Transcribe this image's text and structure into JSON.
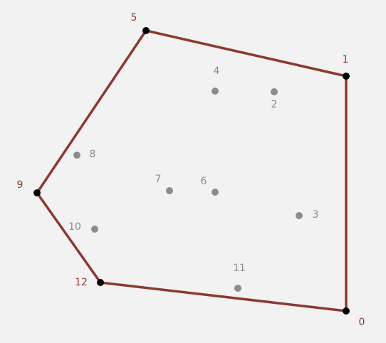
{
  "colors": {
    "background": "#f2f2f2",
    "hull_edge": "#8b3a2e",
    "hull_point": "#000000",
    "hull_label": "#8b3a2e",
    "interior_point": "#8c8c8c",
    "interior_label": "#8c8c8c"
  },
  "hull_order": [
    "0",
    "1",
    "5",
    "9",
    "12"
  ],
  "hull_points": [
    {
      "label": "0"
    },
    {
      "label": "1"
    },
    {
      "label": "5"
    },
    {
      "label": "9"
    },
    {
      "label": "12"
    }
  ],
  "interior_points": [
    {
      "label": "2"
    },
    {
      "label": "3"
    },
    {
      "label": "4"
    },
    {
      "label": "6"
    },
    {
      "label": "7"
    },
    {
      "label": "8"
    },
    {
      "label": "10"
    },
    {
      "label": "11"
    }
  ]
}
